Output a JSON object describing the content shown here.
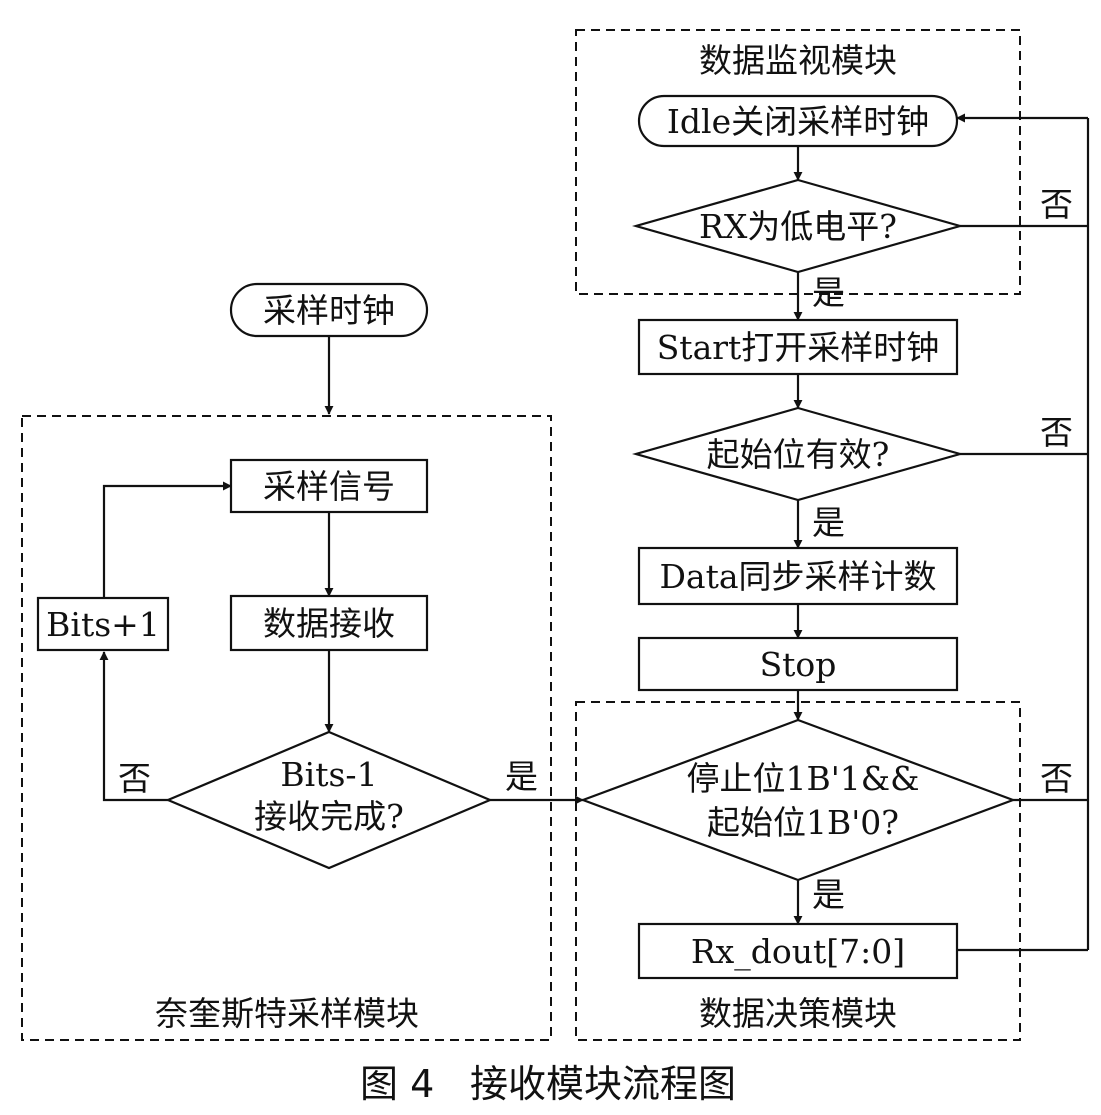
{
  "modules": {
    "monitor": "数据监视模块",
    "nyquist": "奈奎斯特采样模块",
    "decision": "数据决策模块"
  },
  "nodes": {
    "idle": "Idle关闭采样时钟",
    "rx_low": "RX为低电平?",
    "start": "Start打开采样时钟",
    "start_valid": "起始位有效?",
    "data_sync": "Data同步采样计数",
    "stop": "Stop",
    "check_line1": "停止位1B'1&&",
    "check_line2": "起始位1B'0?",
    "rx_dout": "Rx_dout[7:0]",
    "sample_clock": "采样时钟",
    "sample_signal": "采样信号",
    "data_receive": "数据接收",
    "bits_plus": "Bits+1",
    "bits_check_line1": "Bits-1",
    "bits_check_line2": "接收完成?"
  },
  "edge_labels": {
    "yes": "是",
    "no": "否"
  },
  "caption": {
    "figure_no": "图 4",
    "title": "接收模块流程图"
  }
}
